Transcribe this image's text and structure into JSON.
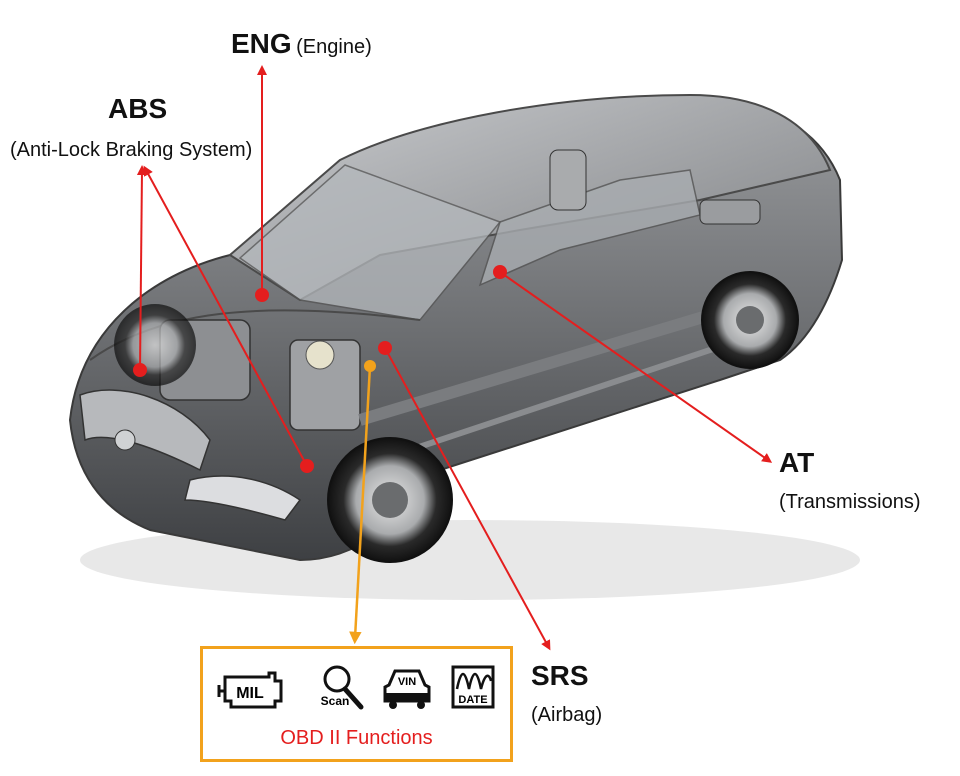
{
  "labels": {
    "eng": {
      "code": "ENG",
      "desc": "(Engine)"
    },
    "abs": {
      "code": "ABS",
      "desc": "(Anti-Lock Braking System)"
    },
    "at": {
      "code": "AT",
      "desc": "(Transmissions)"
    },
    "srs": {
      "code": "SRS",
      "desc": "(Airbag)"
    }
  },
  "obd": {
    "title": "OBD II Functions",
    "icons": [
      {
        "name": "mil-icon",
        "text": "MIL"
      },
      {
        "name": "scan-icon",
        "text": "Scan"
      },
      {
        "name": "vin-icon",
        "text": "VIN"
      },
      {
        "name": "date-icon",
        "text": "DATE"
      }
    ]
  },
  "colors": {
    "pointer": "#e41e1e",
    "obd_accent": "#f2a21c",
    "car_body": "#6d6f72"
  }
}
